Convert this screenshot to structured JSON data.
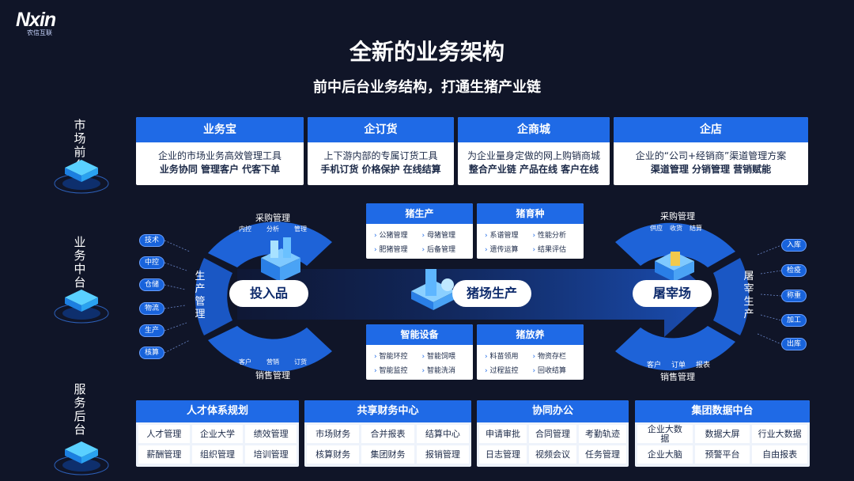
{
  "logo": {
    "mark": "Nxin",
    "sub": "农信互联"
  },
  "title": "全新的业务架构",
  "subtitle": "前中后台业务结构，打通生猪产业链",
  "sections": {
    "front": "市场前台",
    "middle": "业务中台",
    "back": "服务后台"
  },
  "front_cards": [
    {
      "title": "业务宝",
      "line1": "企业的市场业务高效管理工具",
      "line2": "业务协同  管理客户  代客下单"
    },
    {
      "title": "企订货",
      "line1": "上下游内部的专属订货工具",
      "line2": "手机订货  价格保护  在线结算"
    },
    {
      "title": "企商城",
      "line1": "为企业量身定做的网上购销商城",
      "line2": "整合产业链  产品在线  客户在线"
    },
    {
      "title": "企店",
      "line1": "企业的“公司+经销商”渠道管理方案",
      "line2": "渠道管理   分销管理   营销赋能"
    }
  ],
  "left_pills": [
    "技术",
    "中控",
    "仓储",
    "物流",
    "生产",
    "核算"
  ],
  "right_pills": [
    "入库",
    "检疫",
    "称重",
    "加工",
    "出库"
  ],
  "left_ring": {
    "top_title": "采购管理",
    "top_items": [
      "内控",
      "分析",
      "管理"
    ],
    "side": "生产管理",
    "bottom_items": [
      "客户",
      "营销",
      "订货"
    ],
    "bottom_title": "销售管理",
    "center": "投入品"
  },
  "right_ring": {
    "top_title": "采购管理",
    "top_items": [
      "供应",
      "收货",
      "结算"
    ],
    "side": "屠宰生产",
    "bottom_items": [
      "客户",
      "订单",
      "报表"
    ],
    "bottom_title": "销售管理",
    "center": "屠宰场"
  },
  "center_label": "猪场生产",
  "mid_cards": [
    {
      "title": "猪生产",
      "items": [
        "公猪管理",
        "母猪管理",
        "肥猪管理",
        "后备管理"
      ]
    },
    {
      "title": "猪育种",
      "items": [
        "系谱管理",
        "性能分析",
        "遗传运算",
        "结果评估"
      ]
    },
    {
      "title": "智能设备",
      "items": [
        "智能环控",
        "智能饲喂",
        "智能监控",
        "智能洗消"
      ]
    },
    {
      "title": "猪放养",
      "items": [
        "料苗领用",
        "物资存栏",
        "过程监控",
        "回收结算"
      ]
    }
  ],
  "back_cards": [
    {
      "title": "人才体系规划",
      "items": [
        "人才管理",
        "企业大学",
        "绩效管理",
        "薪酬管理",
        "组织管理",
        "培训管理"
      ]
    },
    {
      "title": "共享财务中心",
      "items": [
        "市场财务",
        "合并报表",
        "结算中心",
        "核算财务",
        "集团财务",
        "报销管理"
      ]
    },
    {
      "title": "协同办公",
      "items": [
        "申请审批",
        "合同管理",
        "考勤轨迹",
        "日志管理",
        "视频会议",
        "任务管理"
      ]
    },
    {
      "title": "集团数据中台",
      "items": [
        "企业大数据",
        "数据大屏",
        "行业大数据",
        "企业大脑",
        "预警平台",
        "自由报表"
      ]
    }
  ],
  "colors": {
    "background": "#101528",
    "accent": "#1f6ae6",
    "ring": "#1a5fd6"
  }
}
